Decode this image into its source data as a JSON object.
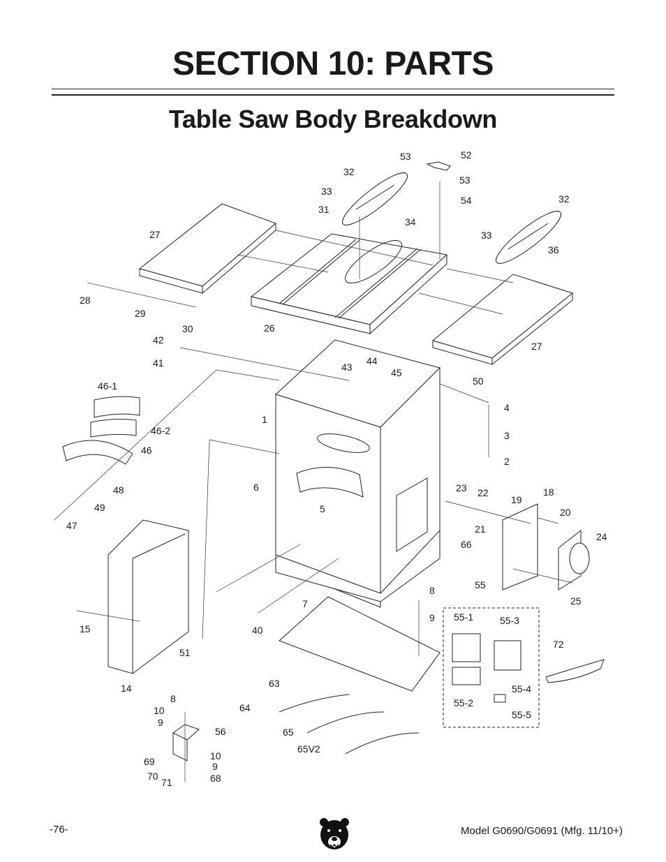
{
  "header": {
    "section_title": "SECTION 10: PARTS",
    "diagram_title": "Table Saw Body Breakdown"
  },
  "callouts": {
    "p1": "1",
    "p2": "2",
    "p3": "3",
    "p4": "4",
    "p5": "5",
    "p6": "6",
    "p7": "7",
    "p8a": "8",
    "p8b": "8",
    "p9a": "9",
    "p9b": "9",
    "p9c": "9",
    "p10a": "10",
    "p10b": "10",
    "p14": "14",
    "p15": "15",
    "p18": "18",
    "p19": "19",
    "p20": "20",
    "p21": "21",
    "p22": "22",
    "p23": "23",
    "p24": "24",
    "p25": "25",
    "p26": "26",
    "p27a": "27",
    "p27b": "27",
    "p28": "28",
    "p29": "29",
    "p30": "30",
    "p31": "31",
    "p32a": "32",
    "p32b": "32",
    "p33a": "33",
    "p33b": "33",
    "p34": "34",
    "p36": "36",
    "p40": "40",
    "p41": "41",
    "p42": "42",
    "p43": "43",
    "p44": "44",
    "p45": "45",
    "p46": "46",
    "p46_1": "46-1",
    "p46_2": "46-2",
    "p47": "47",
    "p48": "48",
    "p49": "49",
    "p50": "50",
    "p51": "51",
    "p52": "52",
    "p53a": "53",
    "p53b": "53",
    "p54": "54",
    "p55": "55",
    "p55_1": "55-1",
    "p55_2": "55-2",
    "p55_3": "55-3",
    "p55_4": "55-4",
    "p55_5": "55-5",
    "p56": "56",
    "p63": "63",
    "p64": "64",
    "p65": "65",
    "p65v2": "65V2",
    "p66": "66",
    "p68": "68",
    "p69": "69",
    "p70": "70",
    "p71": "71",
    "p72": "72"
  },
  "footer": {
    "page_number": "-76-",
    "model": "Model G0690/G0691 (Mfg. 11/10+)",
    "logo_icon": "bear-head-icon"
  }
}
